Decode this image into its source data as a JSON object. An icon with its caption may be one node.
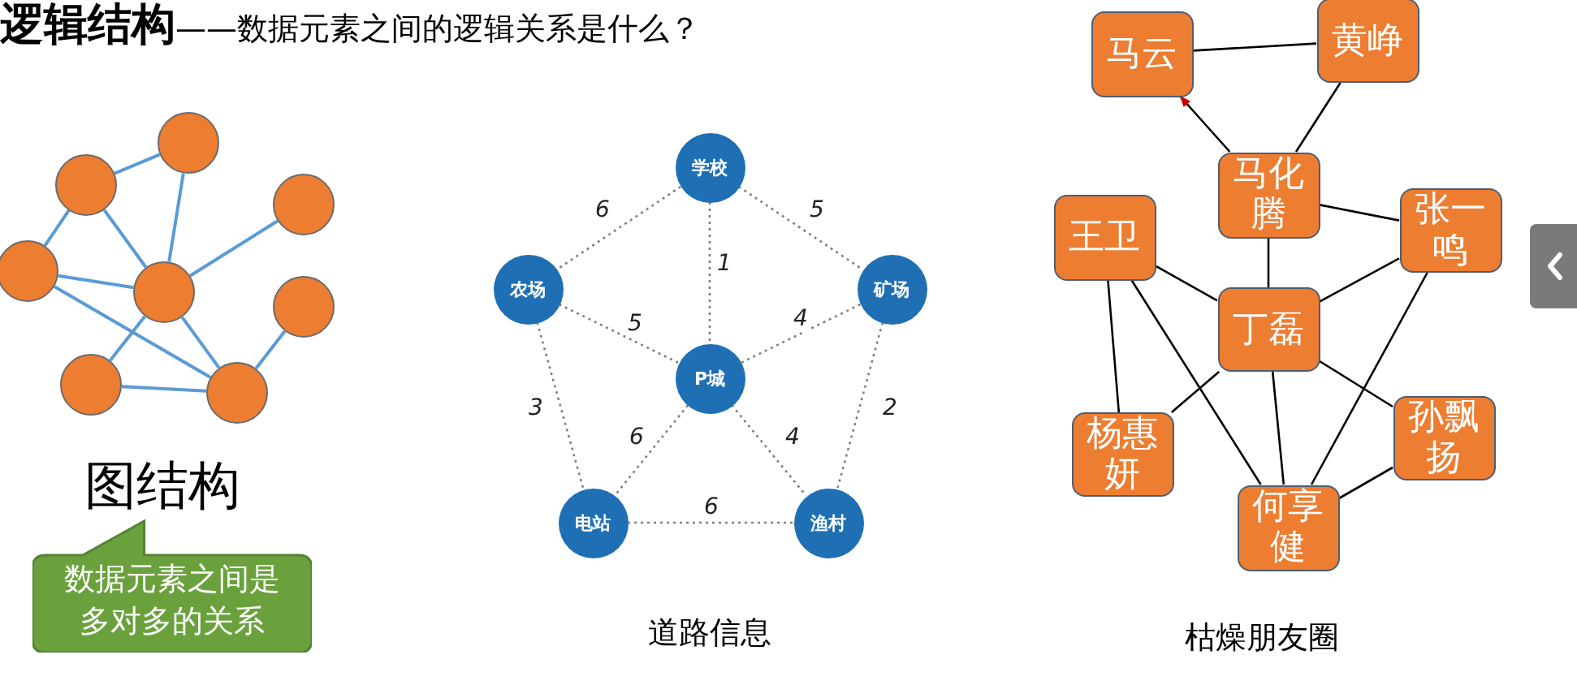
{
  "diagram": {
    "title": "**逻辑结构**——数据元素之间的逻辑关系是什么？",
    "nodes": [
      {
        "text": [],
        "shape": "circle"
      },
      {
        "text": [],
        "shape": "circle"
      },
      {
        "text": [],
        "shape": "circle"
      },
      {
        "text": [],
        "shape": "circle"
      },
      {
        "text": [],
        "shape": "circle"
      },
      {
        "text": [],
        "shape": "circle"
      },
      {
        "text": [],
        "shape": "circle"
      },
      {
        "text": [],
        "shape": "circle"
      },
      {
        "text": [
          "学校"
        ]
      },
      {
        "text": [
          "农场"
        ]
      },
      {
        "text": [
          "矿场"
        ]
      },
      {
        "text": [
          "P城"
        ]
      },
      {
        "text": [
          "电站"
        ]
      },
      {
        "text": [
          "渔村"
        ]
      },
      {
        "text": [
          "马云"
        ]
      },
      {
        "text": [
          "黄峥"
        ]
      },
      {
        "text": [
          "马化腾"
        ]
      },
      {
        "text": [
          "王卫"
        ]
      },
      {
        "text": [
          "张一鸣"
        ]
      },
      {
        "text": [
          "丁磊"
        ]
      },
      {
        "text": [
          "杨惠妍"
        ]
      },
      {
        "text": [
          "孙飘扬"
        ]
      },
      {
        "text": [
          "何享健"
        ]
      },
      {
        "text": [
          "数据元素之间是多对多的关系"
        ]
      }
    ],
    "edges": [
      {
        "from": 1,
        "to": 0,
        "arrow": "none",
        "color": "#5b9bd5"
      },
      {
        "from": 0,
        "to": 4,
        "arrow": "none",
        "color": "#5b9bd5"
      },
      {
        "from": 1,
        "to": 3,
        "arrow": "none",
        "color": "#5b9bd5"
      },
      {
        "from": 1,
        "to": 4,
        "arrow": "none",
        "color": "#5b9bd5"
      },
      {
        "from": 3,
        "to": 4,
        "arrow": "none",
        "color": "#5b9bd5"
      },
      {
        "from": 4,
        "to": 2,
        "arrow": "none",
        "color": "#5b9bd5"
      },
      {
        "from": 3,
        "to": 7,
        "arrow": "none",
        "color": "#5b9bd5"
      },
      {
        "from": 4,
        "to": 6,
        "arrow": "none",
        "color": "#5b9bd5"
      },
      {
        "from": 4,
        "to": 7,
        "arrow": "none",
        "color": "#5b9bd5"
      },
      {
        "from": 5,
        "to": 7,
        "arrow": "none",
        "color": "#5b9bd5"
      },
      {
        "from": 6,
        "to": 7,
        "arrow": "none",
        "color": "#5b9bd5"
      },
      {
        "from": 8,
        "to": 9,
        "arrow": "none",
        "label": "6",
        "style": "dashed",
        "color": "#808080"
      },
      {
        "from": 8,
        "to": 10,
        "arrow": "none",
        "label": "5",
        "style": "dashed",
        "color": "#808080"
      },
      {
        "from": 8,
        "to": 11,
        "arrow": "none",
        "label": "1",
        "style": "dashed",
        "color": "#808080"
      },
      {
        "from": 9,
        "to": 11,
        "arrow": "none",
        "label": "5",
        "style": "dashed",
        "color": "#808080"
      },
      {
        "from": 10,
        "to": 11,
        "arrow": "none",
        "label": "4",
        "style": "dashed",
        "color": "#808080"
      },
      {
        "from": 9,
        "to": 12,
        "arrow": "none",
        "label": "3",
        "style": "dashed",
        "color": "#808080"
      },
      {
        "from": 10,
        "to": 13,
        "arrow": "none",
        "label": "2",
        "style": "dashed",
        "color": "#808080"
      },
      {
        "from": 11,
        "to": 12,
        "arrow": "none",
        "label": "6",
        "style": "dashed",
        "color": "#808080"
      },
      {
        "from": 11,
        "to": 13,
        "arrow": "none",
        "label": "4",
        "style": "dashed",
        "color": "#808080"
      },
      {
        "from": 12,
        "to": 13,
        "arrow": "none",
        "label": "6",
        "style": "dashed",
        "color": "#808080"
      },
      {
        "from": 14,
        "to": 15,
        "arrow": "none"
      },
      {
        "from": 15,
        "to": 16,
        "arrow": "none"
      },
      {
        "from": 16,
        "to": 14,
        "arrow": "to"
      },
      {
        "from": 16,
        "to": 18,
        "arrow": "none"
      },
      {
        "from": 16,
        "to": 19,
        "arrow": "none"
      },
      {
        "from": 17,
        "to": 19,
        "arrow": "none"
      },
      {
        "from": 17,
        "to": 20,
        "arrow": "none"
      },
      {
        "from": 17,
        "to": 22,
        "arrow": "none"
      },
      {
        "from": 18,
        "to": 19,
        "arrow": "none"
      },
      {
        "from": 18,
        "to": 22,
        "arrow": "none"
      },
      {
        "from": 19,
        "to": 20,
        "arrow": "none"
      },
      {
        "from": 19,
        "to": 22,
        "arrow": "none"
      },
      {
        "from": 19,
        "to": 21,
        "arrow": "none"
      },
      {
        "from": 21,
        "to": 22,
        "arrow": "none"
      }
    ],
    "labels": [
      "图结构",
      "道路信息",
      "枯燥朋友圈"
    ]
  }
}
